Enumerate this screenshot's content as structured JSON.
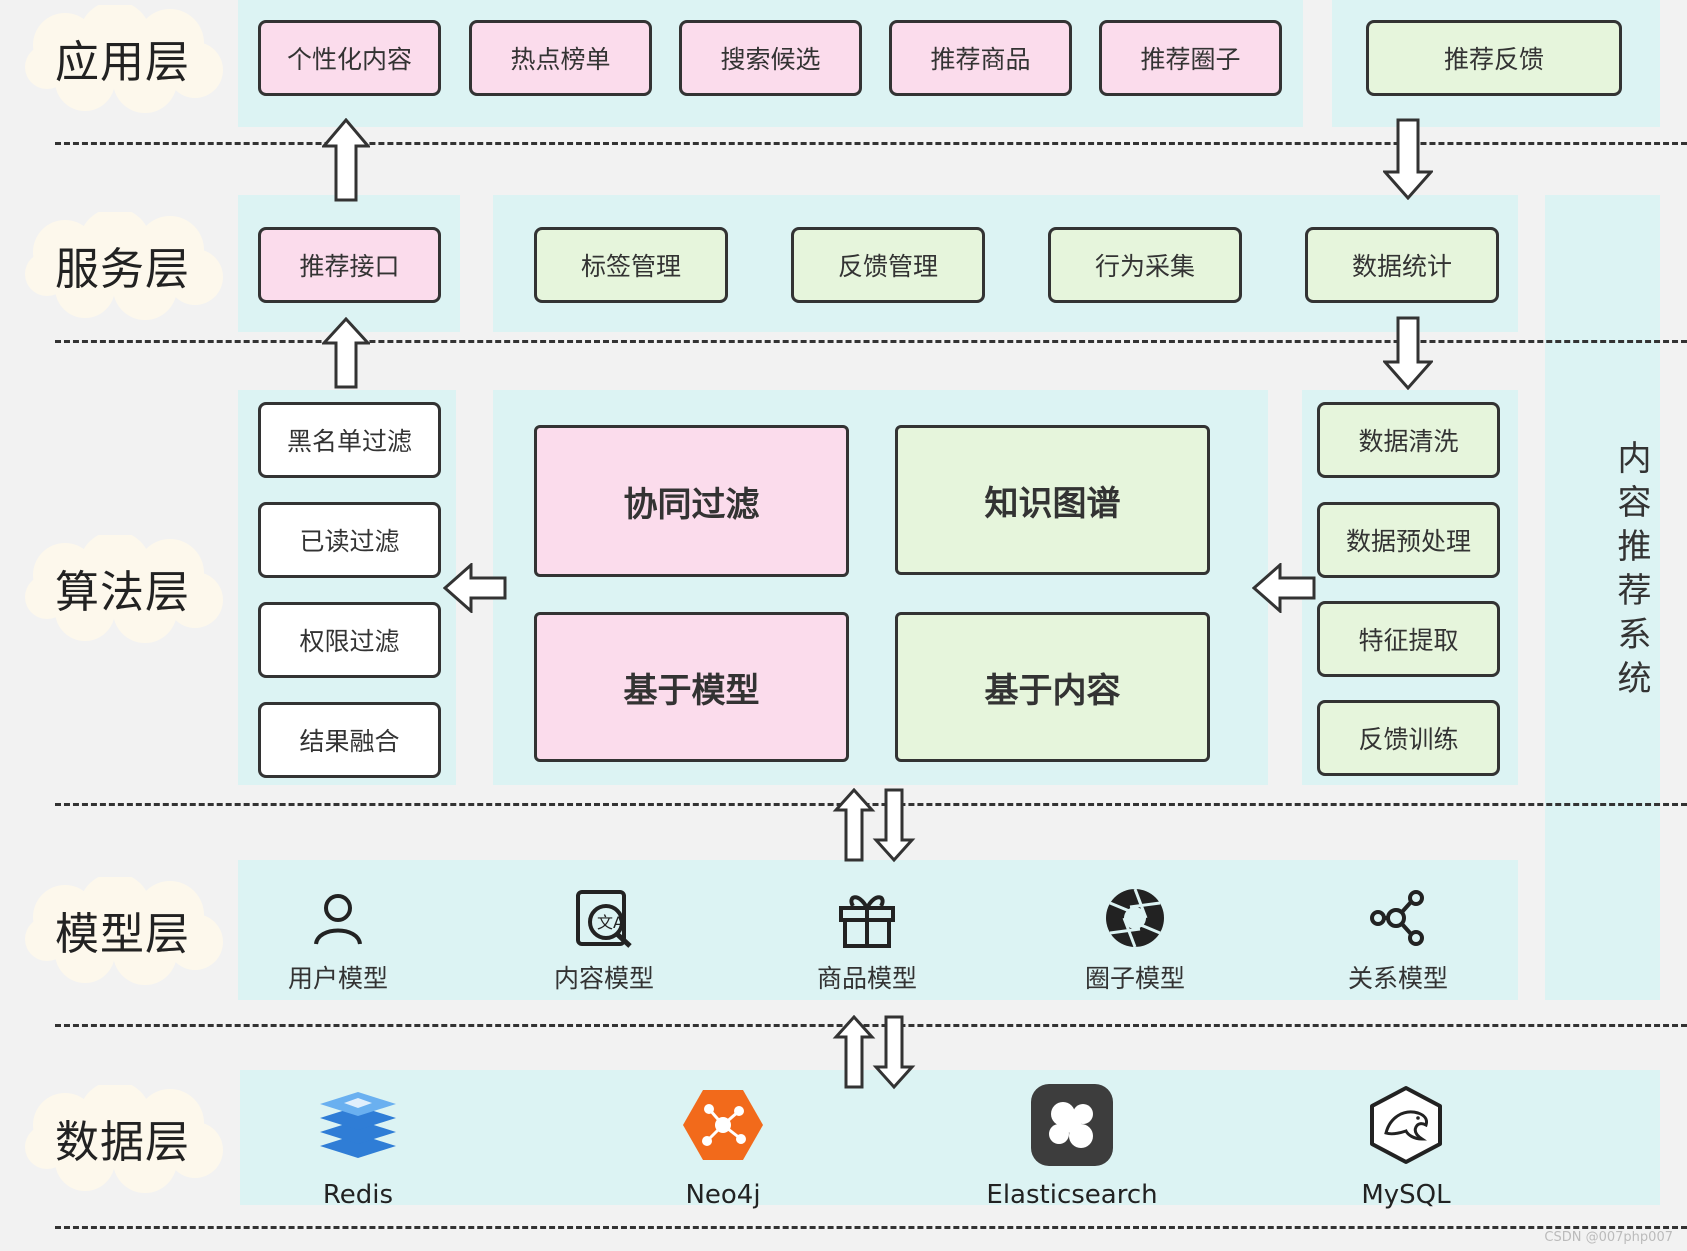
{
  "layers": {
    "app": "应用层",
    "service": "服务层",
    "algo": "算法层",
    "model": "模型层",
    "data": "数据层"
  },
  "app_items": [
    "个性化内容",
    "热点榜单",
    "搜索候选",
    "推荐商品",
    "推荐圈子"
  ],
  "app_feedback": "推荐反馈",
  "service_api": "推荐接口",
  "service_items": [
    "标签管理",
    "反馈管理",
    "行为采集",
    "数据统计"
  ],
  "filters": [
    "黑名单过滤",
    "已读过滤",
    "权限过滤",
    "结果融合"
  ],
  "algorithms": {
    "cf": "协同过滤",
    "kg": "知识图谱",
    "model_based": "基于模型",
    "content_based": "基于内容"
  },
  "data_processing": [
    "数据清洗",
    "数据预处理",
    "特征提取",
    "反馈训练"
  ],
  "side_label": "内容推荐系统",
  "models": [
    {
      "label": "用户模型",
      "icon": "user-icon"
    },
    {
      "label": "内容模型",
      "icon": "translate-search-icon"
    },
    {
      "label": "商品模型",
      "icon": "gift-icon"
    },
    {
      "label": "圈子模型",
      "icon": "aperture-icon"
    },
    {
      "label": "关系模型",
      "icon": "share-nodes-icon"
    }
  ],
  "databases": [
    {
      "label": "Redis",
      "icon": "redis-icon"
    },
    {
      "label": "Neo4j",
      "icon": "neo4j-icon"
    },
    {
      "label": "Elasticsearch",
      "icon": "elasticsearch-icon"
    },
    {
      "label": "MySQL",
      "icon": "mysql-icon"
    }
  ],
  "colors": {
    "panel": "#dcf3f3",
    "pink": "#fbdcec",
    "green": "#e6f5dc",
    "neo4j": "#f26a1b",
    "redis_blue": "#2f7dd6"
  },
  "watermark": "CSDN @007php007"
}
